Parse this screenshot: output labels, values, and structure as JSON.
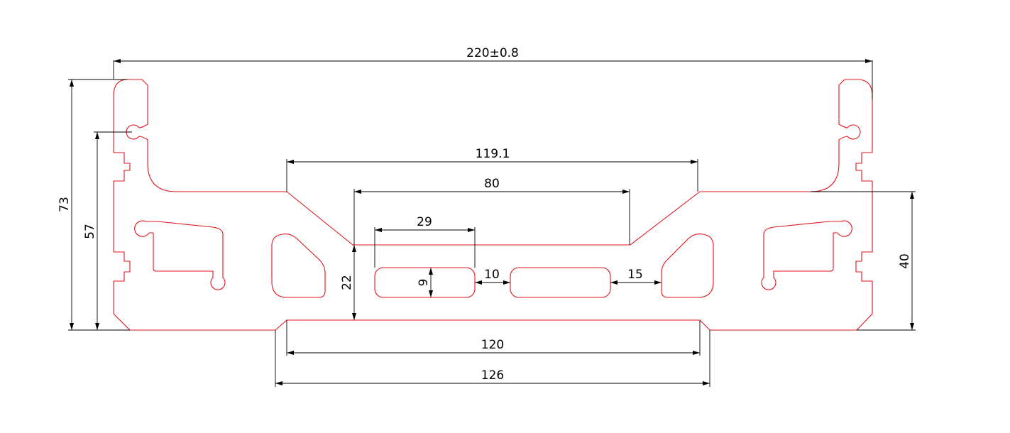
{
  "colors": {
    "profile": "#e0141b",
    "dimension": "#000000",
    "background": "#ffffff"
  },
  "dimensions": {
    "overall_width": "220±0.8",
    "top_span": "119.1",
    "inner_width": "80",
    "slot_length": "29",
    "slot_height": "9",
    "slot_gap": "10",
    "end_gap": "15",
    "recess_depth": "22",
    "overall_height": "73",
    "clip_height": "57",
    "body_height": "40",
    "bottom_inner": "120",
    "bottom_outer": "126"
  }
}
